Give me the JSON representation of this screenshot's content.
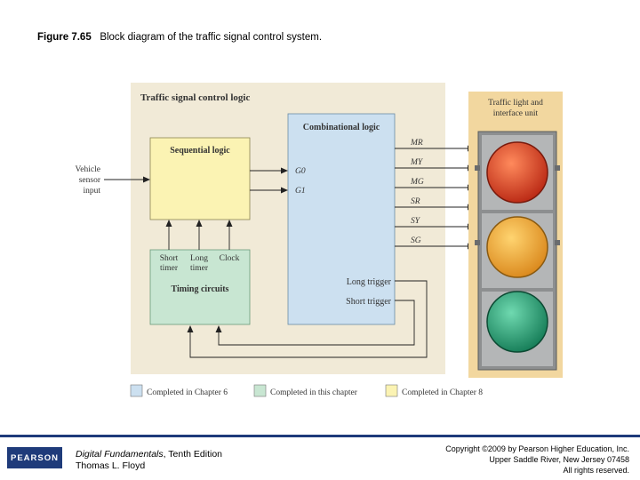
{
  "figure": {
    "number": "Figure 7.65",
    "caption": "Block diagram of the traffic signal control system."
  },
  "diagram": {
    "panel_title": "Traffic signal control logic",
    "sequential_block": "Sequential logic",
    "combinational_block": "Combinational logic",
    "timing_block": "Timing circuits",
    "timer_labels": [
      {
        "l1": "Short",
        "l2": "timer"
      },
      {
        "l1": "Long",
        "l2": "timer"
      },
      {
        "l1": "Clock",
        "l2": ""
      }
    ],
    "vehicle_input": [
      "Vehicle",
      "sensor",
      "input"
    ],
    "g_inputs": [
      "G0",
      "G1"
    ],
    "signal_outputs": [
      "MR",
      "MY",
      "MG",
      "SR",
      "SY",
      "SG"
    ],
    "triggers": [
      "Long trigger",
      "Short trigger"
    ],
    "traffic_unit_label": [
      "Traffic light and",
      "interface unit"
    ],
    "legend": [
      {
        "label": "Completed in Chapter 6",
        "color": "#cce0f0"
      },
      {
        "label": "Completed in this chapter",
        "color": "#c8e6d2"
      },
      {
        "label": "Completed in Chapter 8",
        "color": "#fbf3b3"
      }
    ],
    "colors": {
      "panel": "#f1ead7",
      "combinational": "#cce0f0",
      "sequential": "#fbf3b3",
      "timing": "#c8e6d2",
      "traffic_background": "#f2d79f",
      "light_red": "#e8402a",
      "light_amber": "#f2a72c",
      "light_green": "#28a878"
    }
  },
  "footer": {
    "logo": "PEARSON",
    "book_title": "Digital Fundamentals",
    "book_edition": ", Tenth Edition",
    "author": "Thomas L. Floyd",
    "copyright_lines": [
      "Copyright ©2009 by Pearson Higher Education, Inc.",
      "Upper Saddle River, New Jersey 07458",
      "All rights reserved."
    ]
  }
}
